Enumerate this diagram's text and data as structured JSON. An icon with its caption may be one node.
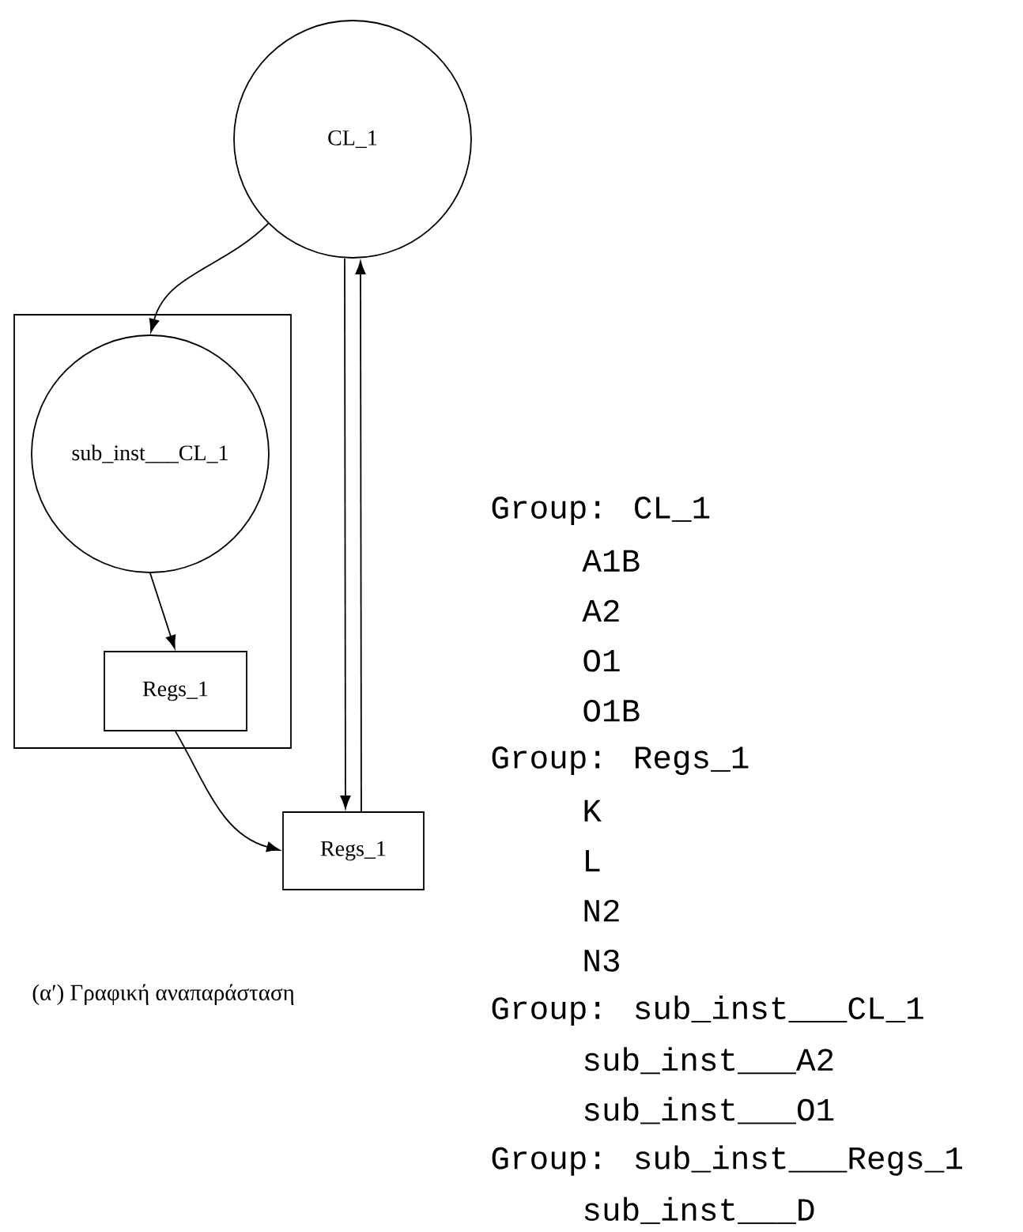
{
  "diagram": {
    "caption": "(α′) Γραφική αναπαράσταση",
    "nodes": [
      {
        "text": [
          "CL_1"
        ]
      },
      {
        "text": [],
        "shape": "box"
      },
      {
        "text": [
          "sub_inst___CL_1"
        ],
        "in": 1
      },
      {
        "text": [
          "Regs_1"
        ],
        "in": 1
      },
      {
        "text": [
          "Regs_1"
        ]
      }
    ],
    "edges": [
      {
        "from": 0,
        "to": 2,
        "arrow": "to"
      },
      {
        "from": 2,
        "to": 3,
        "arrow": "to"
      },
      {
        "from": 3,
        "to": 4,
        "arrow": "to"
      },
      {
        "from": 0,
        "to": 4,
        "arrow": "to"
      },
      {
        "from": 4,
        "to": 0,
        "arrow": "to"
      }
    ],
    "labels": [
      "Group: CL_1",
      "A1B",
      "A2",
      "O1",
      "O1B",
      "Group: Regs_1",
      "K",
      "L",
      "N2",
      "N3",
      "Group: sub_inst___CL_1",
      "sub_inst___A2",
      "sub_inst___O1",
      "Group: sub_inst___Regs_1",
      "sub_inst___D"
    ]
  }
}
